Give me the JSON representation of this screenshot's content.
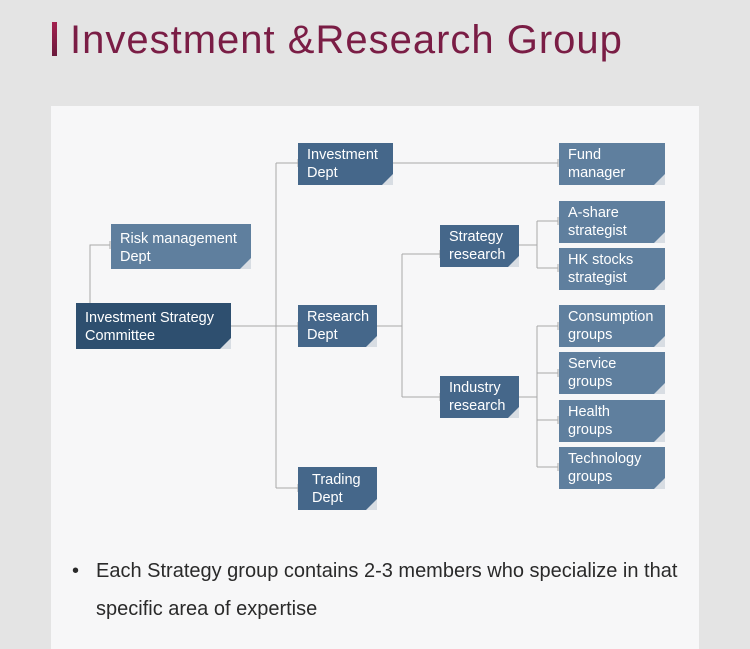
{
  "title": "Investment &Research Group",
  "nodes": {
    "investment_strategy_committee": "Investment Strategy Committee",
    "risk_management_dept": "Risk management Dept",
    "investment_dept": "Investment Dept",
    "research_dept": "Research Dept",
    "trading_dept": "Trading Dept",
    "fund_manager": "Fund manager",
    "strategy_research": "Strategy research",
    "industry_research": "Industry research",
    "a_share_strategist": "A-share strategist",
    "hk_stocks_strategist": "HK stocks strategist",
    "consumption_groups": "Consumption groups",
    "service_groups": "Service groups",
    "health_groups": "Health groups",
    "technology_groups": "Technology groups"
  },
  "note": {
    "bullet": "•",
    "text": "Each Strategy group contains 2-3 members who specialize in that specific area of expertise"
  },
  "colors": {
    "title": "#7a1d45",
    "node_dark": "#2e4f6f",
    "node_mid": "#45678a",
    "node_light": "#5f7f9e",
    "connector": "#a9a9a9"
  }
}
